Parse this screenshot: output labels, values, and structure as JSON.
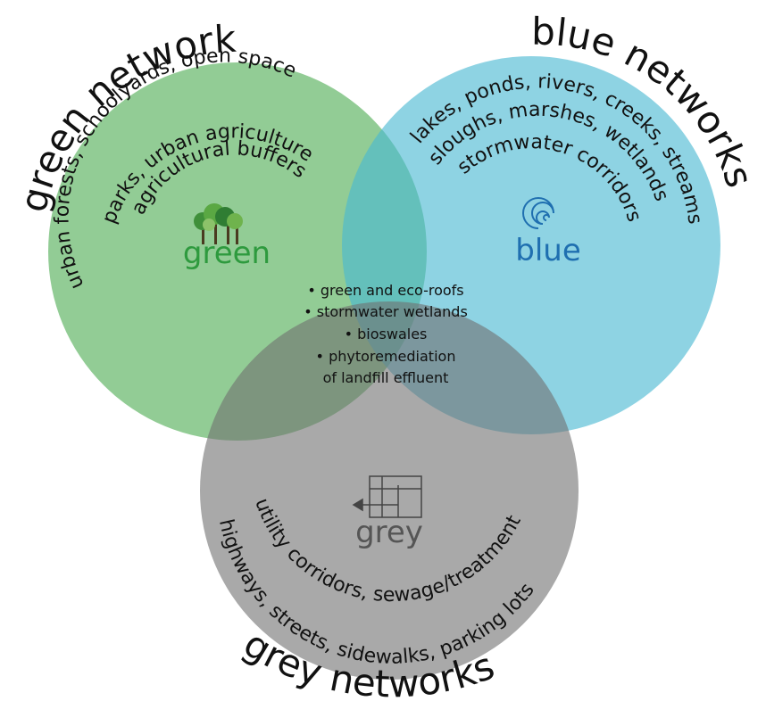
{
  "sets": {
    "green": {
      "title": "green networks",
      "logo_word": "green",
      "logo_icon": "trees-icon",
      "examples": [
        "urban forests, schoolyards, open space",
        "parks, urban agriculture",
        "agricultural buffers"
      ],
      "fill": "#6dbb72",
      "logo_color": "#2e9a3e"
    },
    "blue": {
      "title": "blue networks",
      "logo_word": "blue",
      "logo_icon": "spiral-icon",
      "examples": [
        "lakes, ponds, rivers, creeks, streams",
        "sloughs, marshes, wetlands",
        "stormwater corridors"
      ],
      "fill": "#5bbfd6",
      "logo_color": "#1f6fb0"
    },
    "grey": {
      "title": "grey networks",
      "logo_word": "grey",
      "logo_icon": "grid-arrow-icon",
      "examples": [
        "utility corridors, sewage/treatment",
        "highways, streets, sidewalks, parking lots"
      ],
      "fill": "#8a8a8a",
      "logo_color": "#555555"
    }
  },
  "intersection": {
    "items": [
      "• green and eco-roofs",
      "• stormwater wetlands",
      "• bioswales",
      "• phytoremediation",
      "of landfill effluent"
    ]
  }
}
